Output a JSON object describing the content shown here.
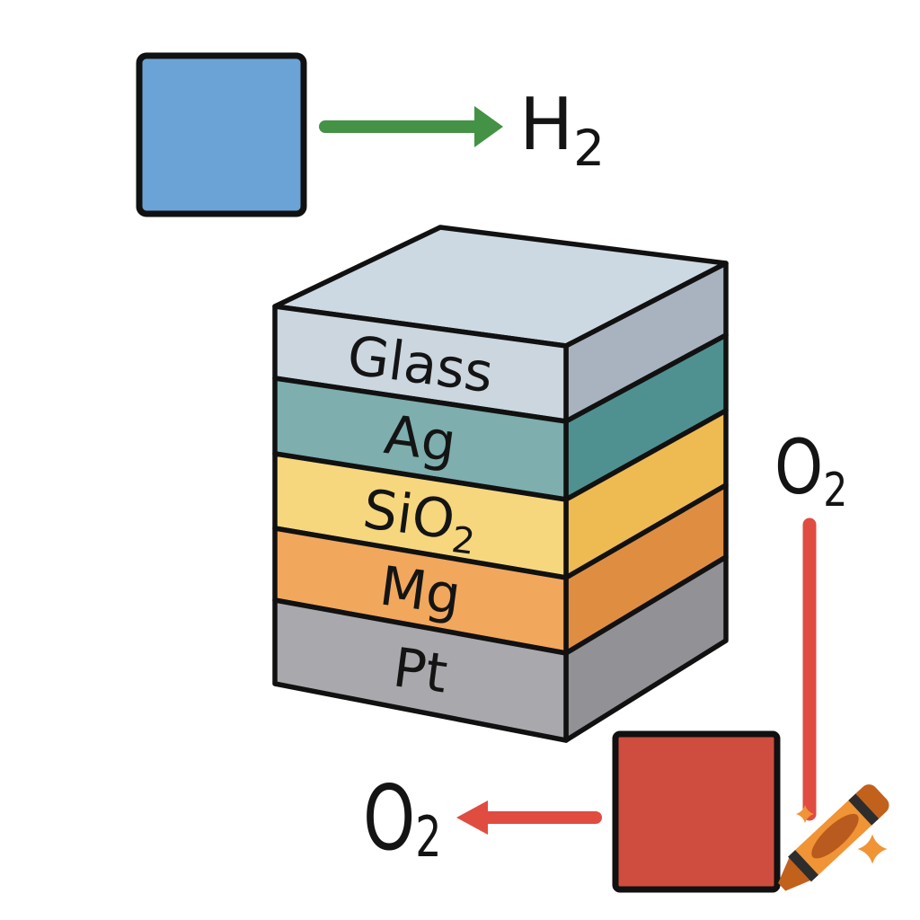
{
  "stack": {
    "top_color": "#cdd9e2",
    "layers": [
      {
        "label": "Glass",
        "sub": "",
        "front_color": "#cbd6df",
        "side_color": "#a9b3bf"
      },
      {
        "label": "Ag",
        "sub": "",
        "front_color": "#7eaeae",
        "side_color": "#4f9190"
      },
      {
        "label": "SiO",
        "sub": "2",
        "front_color": "#f6d77e",
        "side_color": "#eeba52"
      },
      {
        "label": "Mg",
        "sub": "",
        "front_color": "#f1a75c",
        "side_color": "#df8e41"
      },
      {
        "label": "Pt",
        "sub": "",
        "front_color": "#a9a9ad",
        "side_color": "#929296"
      }
    ]
  },
  "hydrogen": {
    "label_main": "H",
    "label_sub": "2"
  },
  "oxygen_right": {
    "label_main": "O",
    "label_sub": "2"
  },
  "oxygen_bottom": {
    "label_main": "O",
    "label_sub": "2"
  },
  "reactant_square_color": "#6ba3d6",
  "product_square_color": "#cf4d3e",
  "colors": {
    "green_arrow": "#449245",
    "red_arrow": "#e04c40",
    "outline": "#111111",
    "text": "#141414",
    "crayon_body": "#f09436",
    "crayon_dark": "#c2611c",
    "crayon_oval": "#b95a1e",
    "crayon_stripe": "#2d2d2d"
  }
}
